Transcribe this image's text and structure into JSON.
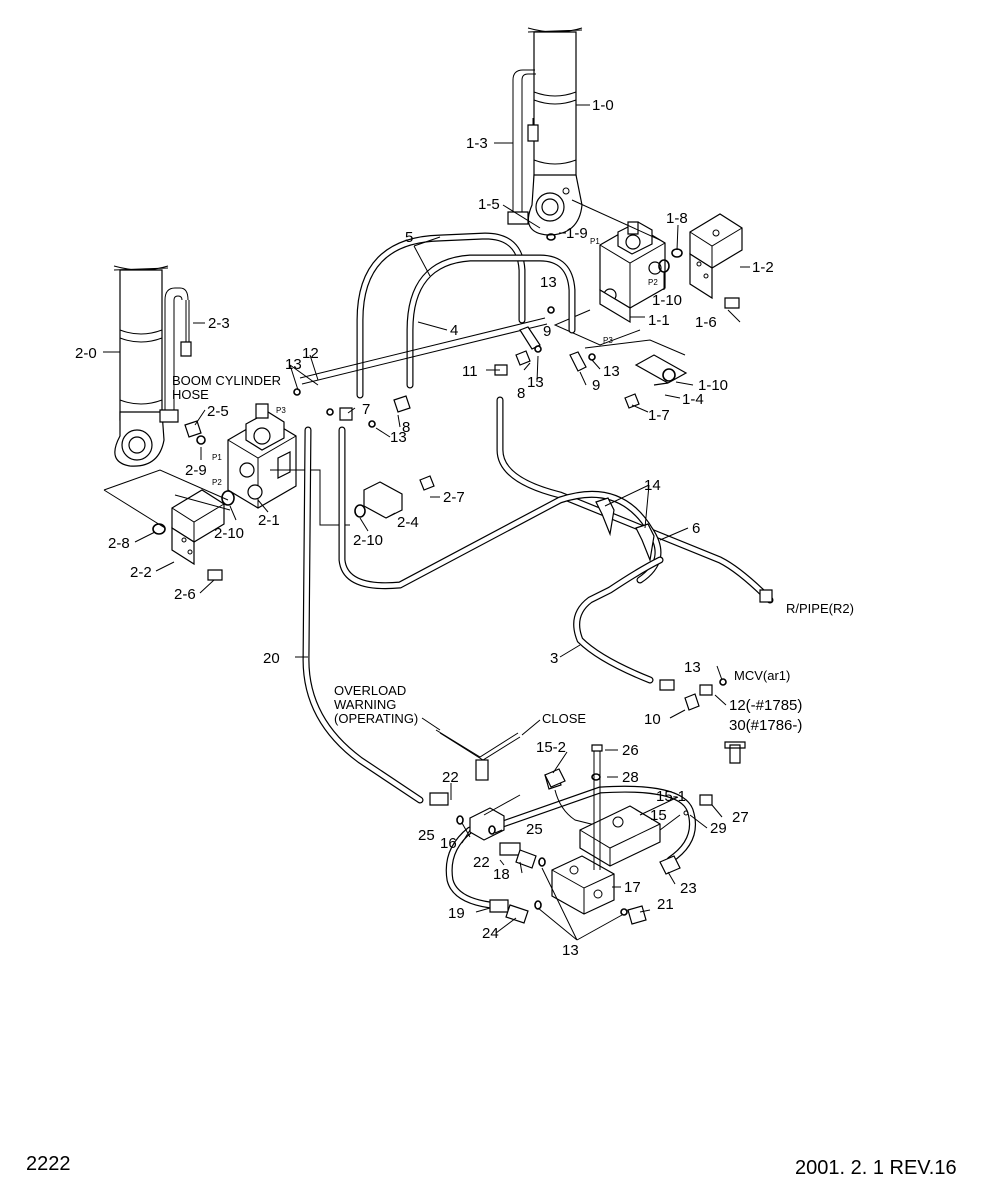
{
  "footer": {
    "page_number": "2222",
    "revision": "2001. 2. 1 REV.16"
  },
  "labels": {
    "boom_cylinder_hose_1": "BOOM CYLINDER",
    "boom_cylinder_hose_2": "HOSE",
    "r_pipe": "R/PIPE(R2)",
    "mcv": "MCV(ar1)",
    "p12": "12(-#1785)",
    "p30": "30(#1786-)",
    "overload_1": "OVERLOAD",
    "overload_2": "WARNING",
    "overload_3": "(OPERATING)",
    "close": "CLOSE",
    "port_p1_a": "P1",
    "port_p2_a": "P2",
    "port_p3_a": "P3",
    "port_p1_b": "P1",
    "port_p2_b": "P2",
    "port_p3_b": "P3"
  },
  "callouts": {
    "c1_0": "1-0",
    "c1_3": "1-3",
    "c1_5": "1-5",
    "c1_9": "1-9",
    "c1_8": "1-8",
    "c1_2": "1-2",
    "c1_10a": "1-10",
    "c1_1": "1-1",
    "c1_6": "1-6",
    "c1_10b": "1-10",
    "c1_4": "1-4",
    "c1_7": "1-7",
    "c2_0": "2-0",
    "c2_3": "2-3",
    "c2_5": "2-5",
    "c2_9": "2-9",
    "c2_1": "2-1",
    "c2_10a": "2-10",
    "c2_8": "2-8",
    "c2_2": "2-2",
    "c2_6": "2-6",
    "c2_7": "2-7",
    "c2_4": "2-4",
    "c2_10b": "2-10",
    "c3": "3",
    "c4": "4",
    "c5": "5",
    "c6": "6",
    "c7": "7",
    "c8a": "8",
    "c8b": "8",
    "c9a": "9",
    "c9b": "9",
    "c10": "10",
    "c11": "11",
    "c12": "12",
    "c13a": "13",
    "c13b": "13",
    "c13c": "13",
    "c13d": "13",
    "c13e": "13",
    "c13f": "13",
    "c13g": "13",
    "c14": "14",
    "c15": "15",
    "c15_1": "15-1",
    "c15_2": "15-2",
    "c16": "16",
    "c17": "17",
    "c18": "18",
    "c19": "19",
    "c20": "20",
    "c21": "21",
    "c22a": "22",
    "c22b": "22",
    "c23": "23",
    "c24": "24",
    "c25a": "25",
    "c25b": "25",
    "c26": "26",
    "c27": "27",
    "c28": "28",
    "c29": "29"
  }
}
